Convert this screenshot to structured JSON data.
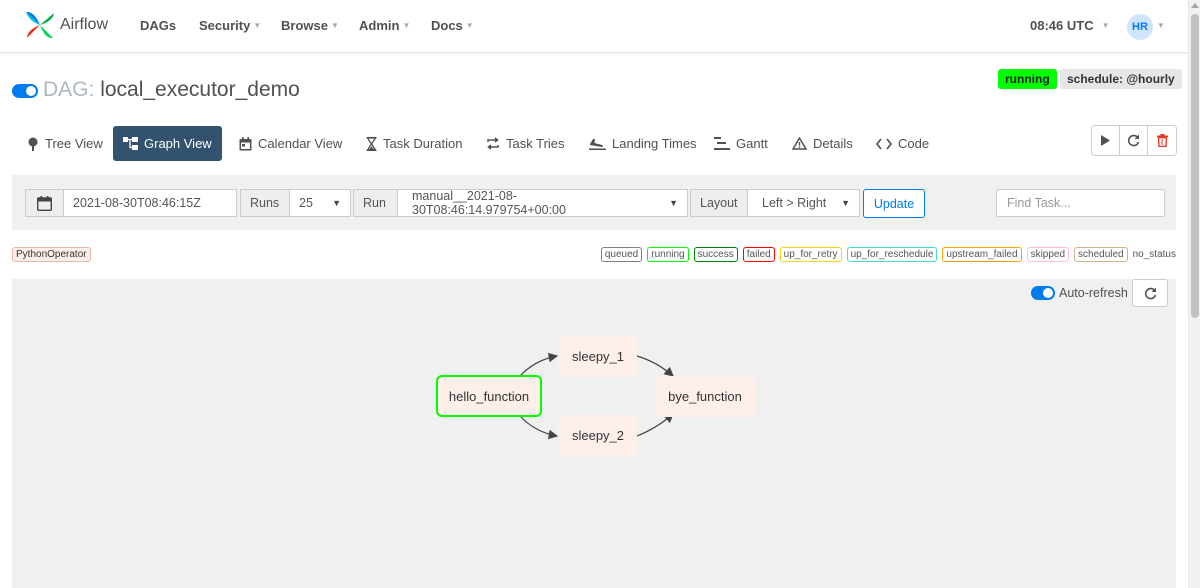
{
  "navbar": {
    "brand": "Airflow",
    "items": [
      {
        "label": "DAGs",
        "caret": false
      },
      {
        "label": "Security",
        "caret": true
      },
      {
        "label": "Browse",
        "caret": true
      },
      {
        "label": "Admin",
        "caret": true
      },
      {
        "label": "Docs",
        "caret": true
      }
    ],
    "time": "08:46 UTC",
    "user_initials": "HR"
  },
  "dag": {
    "prefix": "DAG:",
    "name": "local_executor_demo",
    "state_badge": "running",
    "schedule_badge": "schedule: @hourly"
  },
  "tabs": [
    {
      "label": "Tree View",
      "icon": "tree-icon",
      "active": false
    },
    {
      "label": "Graph View",
      "icon": "graph-icon",
      "active": true
    },
    {
      "label": "Calendar View",
      "icon": "calendar-icon",
      "active": false
    },
    {
      "label": "Task Duration",
      "icon": "hourglass-icon",
      "active": false
    },
    {
      "label": "Task Tries",
      "icon": "retry-icon",
      "active": false
    },
    {
      "label": "Landing Times",
      "icon": "landing-icon",
      "active": false
    },
    {
      "label": "Gantt",
      "icon": "gantt-icon",
      "active": false
    },
    {
      "label": "Details",
      "icon": "warning-icon",
      "active": false
    },
    {
      "label": "Code",
      "icon": "code-icon",
      "active": false
    }
  ],
  "controls": {
    "base_date": "2021-08-30T08:46:15Z",
    "runs_label": "Runs",
    "runs_value": "25",
    "run_label": "Run",
    "run_value": "manual__2021-08-30T08:46:14.979754+00:00",
    "layout_label": "Layout",
    "layout_value": "Left > Right",
    "update_label": "Update",
    "find_placeholder": "Find Task..."
  },
  "operator": "PythonOperator",
  "states": [
    {
      "label": "queued",
      "color": "#808080"
    },
    {
      "label": "running",
      "color": "#00ff00"
    },
    {
      "label": "success",
      "color": "#008000"
    },
    {
      "label": "failed",
      "color": "#ff0000"
    },
    {
      "label": "up_for_retry",
      "color": "#ffd700"
    },
    {
      "label": "up_for_reschedule",
      "color": "#40e0d0"
    },
    {
      "label": "upstream_failed",
      "color": "#ffa500"
    },
    {
      "label": "skipped",
      "color": "#ffc0cb"
    },
    {
      "label": "scheduled",
      "color": "#d2b48c"
    }
  ],
  "no_status": "no_status",
  "auto_refresh_label": "Auto-refresh",
  "graph": {
    "nodes": [
      {
        "id": "hello_function",
        "label": "hello_function",
        "state": "running"
      },
      {
        "id": "sleepy_1",
        "label": "sleepy_1",
        "state": "none"
      },
      {
        "id": "sleepy_2",
        "label": "sleepy_2",
        "state": "none"
      },
      {
        "id": "bye_function",
        "label": "bye_function",
        "state": "none"
      }
    ],
    "edges": [
      [
        "hello_function",
        "sleepy_1"
      ],
      [
        "hello_function",
        "sleepy_2"
      ],
      [
        "sleepy_1",
        "bye_function"
      ],
      [
        "sleepy_2",
        "bye_function"
      ]
    ]
  }
}
